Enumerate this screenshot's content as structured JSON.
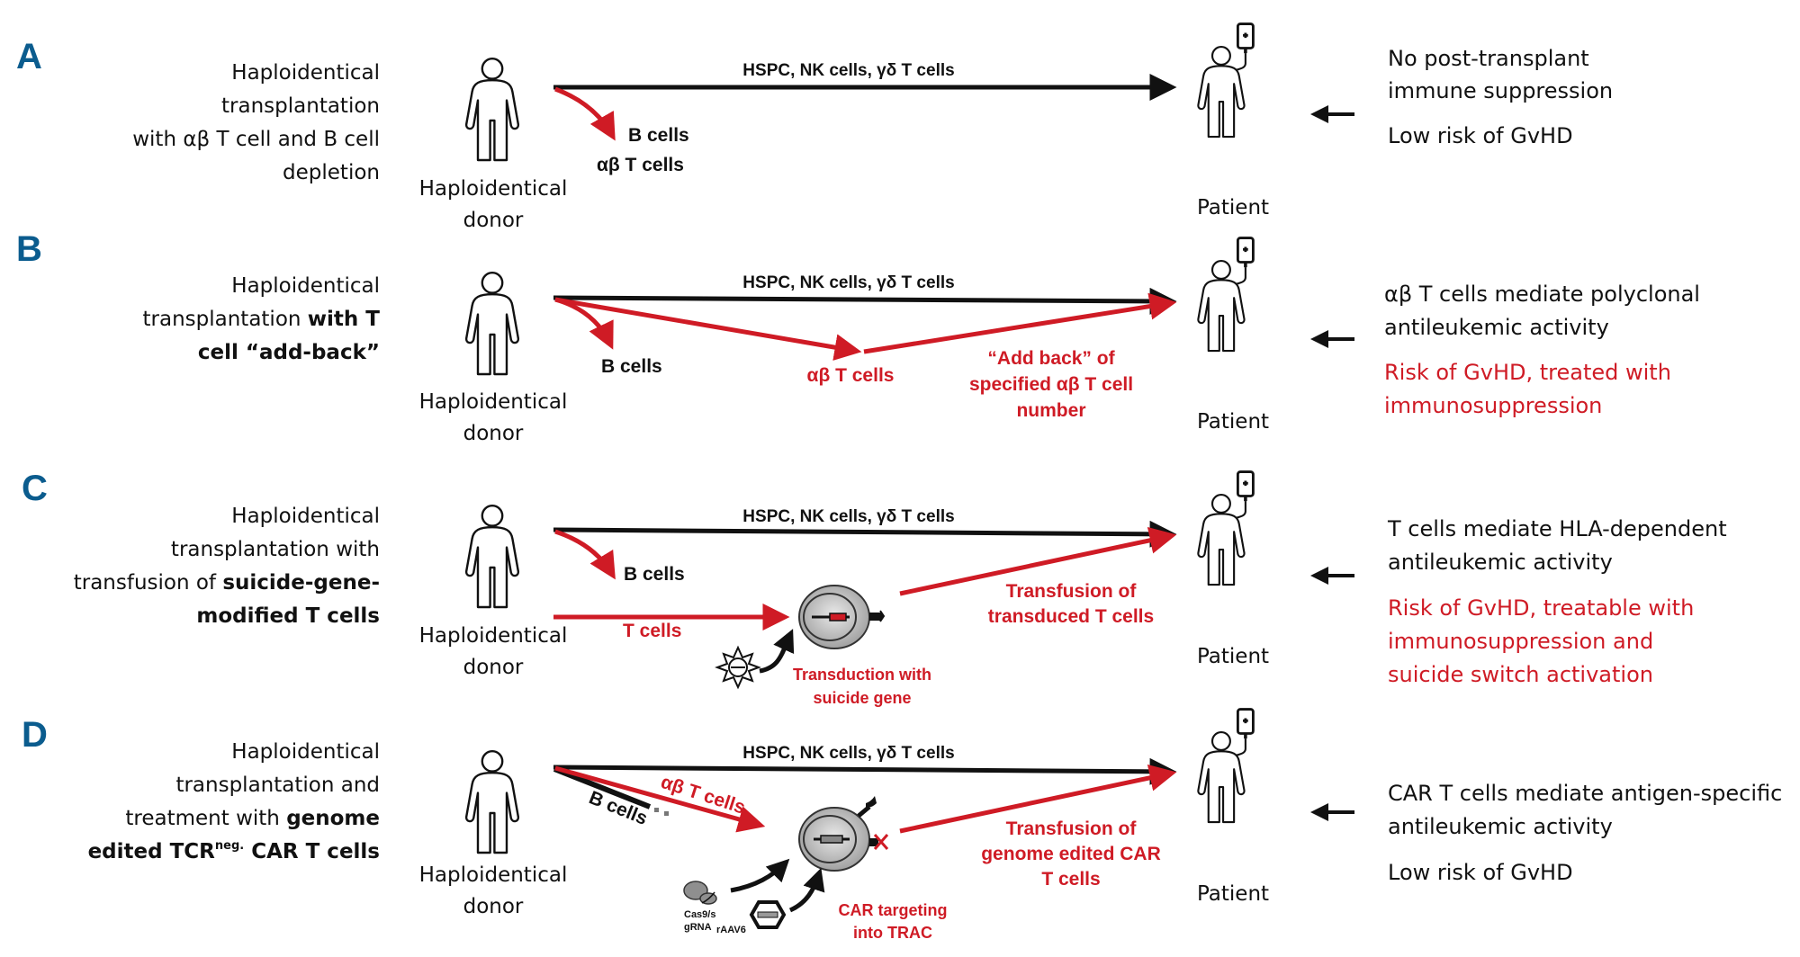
{
  "colors": {
    "panel_label": "#0b5c8e",
    "red": "#cf1b25",
    "black": "#111111",
    "cell_fill": "#bdbdbd"
  },
  "common": {
    "donor_label_1": "Haploidentical",
    "donor_label_2": "donor",
    "patient_label": "Patient",
    "main_arrow_label": "HSPC, NK cells, γδ T cells"
  },
  "icons": [
    "donor-person-icon",
    "patient-with-iv-bag-icon",
    "t-cell-icon",
    "lentivirus-icon",
    "cas9-grna-icon",
    "raav6-capsid-icon",
    "left-arrow-icon"
  ],
  "panels": [
    {
      "id": "A",
      "title_lines": [
        {
          "normal": "Haploidentical",
          "bold": ""
        },
        {
          "normal": "transplantation",
          "bold": ""
        },
        {
          "normal": "with αβ T cell and B cell",
          "bold": ""
        },
        {
          "normal": "depletion",
          "bold": ""
        }
      ],
      "depleted_labels": [
        "B cells",
        "αβ T cells"
      ],
      "outcomes_black": [
        "No post-transplant",
        "immune suppression",
        "Low risk of GvHD"
      ],
      "outcomes_red": []
    },
    {
      "id": "B",
      "title_lines": [
        {
          "normal": "Haploidentical",
          "bold": ""
        },
        {
          "normal": "transplantation ",
          "bold": "with T"
        },
        {
          "normal": "",
          "bold": "cell “add-back”"
        }
      ],
      "depleted_labels": [
        "B cells"
      ],
      "tcell_label": "αβ T cells",
      "addback_label": [
        "“Add back” of",
        "specified αβ T cell",
        "number"
      ],
      "outcomes_black": [
        "αβ T cells mediate polyclonal",
        "antileukemic activity"
      ],
      "outcomes_red": [
        "Risk of GvHD, treated with",
        "immunosuppression"
      ]
    },
    {
      "id": "C",
      "title_lines": [
        {
          "normal": "Haploidentical",
          "bold": ""
        },
        {
          "normal": "transplantation with",
          "bold": ""
        },
        {
          "normal": "transfusion of ",
          "bold": "suicide-gene-"
        },
        {
          "normal": "",
          "bold": "modified T cells"
        }
      ],
      "depleted_labels": [
        "B cells"
      ],
      "tcell_label": "T cells",
      "transduction_label": [
        "Transduction with",
        "suicide gene"
      ],
      "transfusion_label": [
        "Transfusion of",
        "transduced T cells"
      ],
      "outcomes_black": [
        "T cells mediate HLA-dependent",
        "antileukemic activity"
      ],
      "outcomes_red": [
        "Risk of GvHD, treatable with",
        "immunosuppression and",
        "suicide switch activation"
      ]
    },
    {
      "id": "D",
      "title_lines": [
        {
          "normal": "Haploidentical",
          "bold": ""
        },
        {
          "normal": "transplantation and",
          "bold": ""
        },
        {
          "normal": "treatment with ",
          "bold": "genome"
        },
        {
          "normal": "",
          "bold": "edited TCR",
          "sup": "neg.",
          "bold_after": " CAR T cells"
        }
      ],
      "depleted_labels": [
        "B cells"
      ],
      "tcell_label": "αβ T cells",
      "cas9_label": [
        "Cas9/s",
        "gRNA"
      ],
      "raav_label": "rAAV6",
      "targeting_label": [
        "CAR targeting",
        "into TRAC"
      ],
      "transfusion_label": [
        "Transfusion of",
        "genome edited CAR",
        "T cells"
      ],
      "outcomes_black": [
        "CAR T cells mediate antigen-specific",
        "antileukemic activity",
        "Low risk of GvHD"
      ],
      "outcomes_red": []
    }
  ]
}
